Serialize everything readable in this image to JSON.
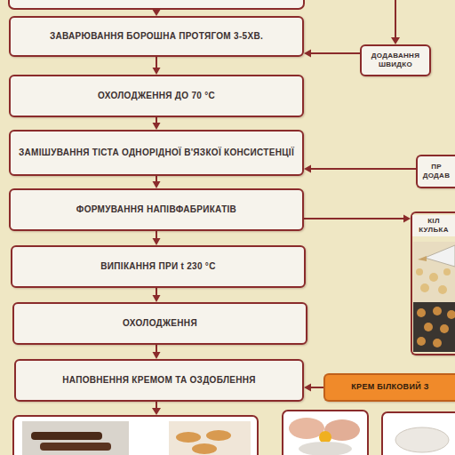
{
  "diagram": {
    "nodes": [
      {
        "text": [
          "ЗАВАРЮВАННЯ БОРОШНА ПРОТЯГОМ 3-5ХВ."
        ]
      },
      {
        "text": [
          "ДОДАВАННЯ ШВИДКО"
        ]
      },
      {
        "text": [
          "ОХОЛОДЖЕННЯ ДО 70 °C"
        ]
      },
      {
        "text": [
          "ЗАМІШУВАННЯ ТІСТА ОДНОРІДНОЇ В'ЯЗКОЇ КОНСИСТЕНЦІЇ"
        ]
      },
      {
        "text": [
          "ПР ДОДАВ"
        ]
      },
      {
        "text": [
          "ФОРМУВАННЯ НАПІВФАБРИКАТІВ"
        ]
      },
      {
        "text": [
          "КІЛ КУЛЬКА"
        ]
      },
      {
        "text": [
          "ВИПІКАННЯ ПРИ t 230 °C"
        ]
      },
      {
        "text": [
          "ОХОЛОДЖЕННЯ"
        ]
      },
      {
        "text": [
          "НАПОВНЕННЯ КРЕМОМ ТА ОЗДОБЛЕННЯ"
        ]
      },
      {
        "text": [
          "КРЕМ БІЛКОВИЙ З"
        ]
      }
    ],
    "edges": [
      {
        "from": 0,
        "to": 2,
        "arrow": "to"
      },
      {
        "from": 1,
        "to": 0,
        "arrow": "to"
      },
      {
        "from": 2,
        "to": 3,
        "arrow": "to"
      },
      {
        "from": 4,
        "to": 3,
        "arrow": "to"
      },
      {
        "from": 3,
        "to": 5,
        "arrow": "to"
      },
      {
        "from": 5,
        "to": 6,
        "arrow": "to"
      },
      {
        "from": 5,
        "to": 7,
        "arrow": "to"
      },
      {
        "from": 7,
        "to": 8,
        "arrow": "to"
      },
      {
        "from": 8,
        "to": 9,
        "arrow": "to"
      },
      {
        "from": 10,
        "to": 9,
        "arrow": "to"
      }
    ]
  }
}
